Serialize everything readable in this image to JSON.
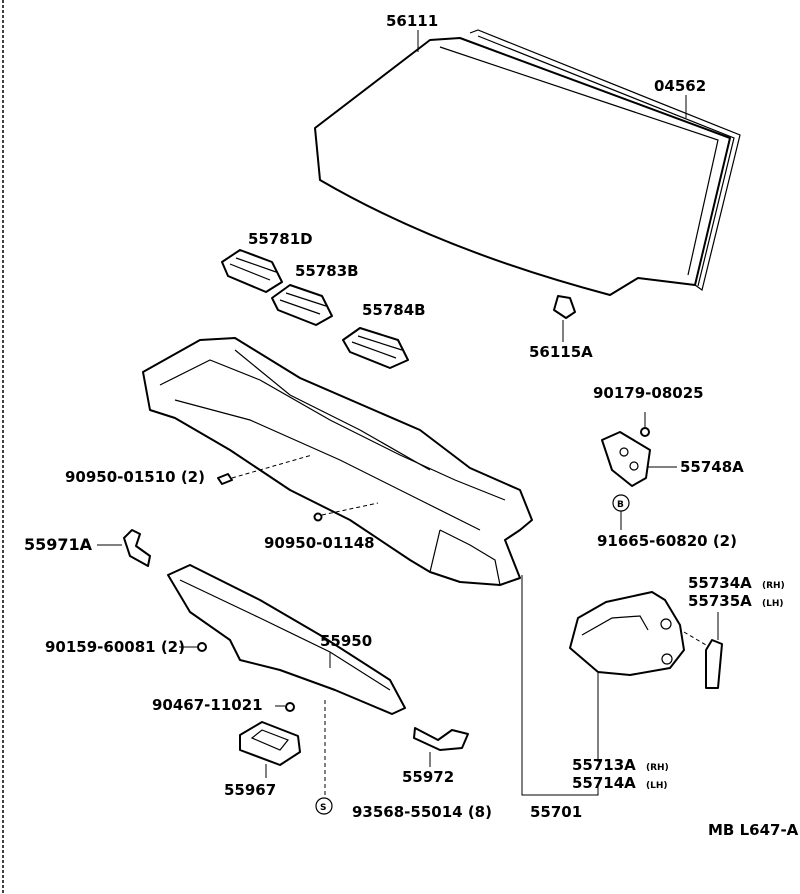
{
  "diagram": {
    "code": "MB L647-A",
    "labels": {
      "windshield": "56111",
      "molding": "04562",
      "seal_d": "55781D",
      "seal_b1": "55783B",
      "seal_b2": "55784B",
      "stopper": "56115A",
      "screw_top": "90179-08025",
      "bracket": "55748A",
      "nut_b": "91665-60820 (2)",
      "clip_left": "90950-01510 (2)",
      "clip_mid": "90950-01148",
      "hose": "55971A",
      "bolt_left": "90159-60081 (2)",
      "panel_lower": "55950",
      "bolt_lower": "90467-11021",
      "grommet": "55967",
      "hose2": "55972",
      "screw_s": "93568-55014 (8)",
      "cowl": "55701",
      "duct_rh": "55734A",
      "duct_lh": "55735A",
      "side_rh": "55713A",
      "side_lh": "55714A",
      "rh": "(RH)",
      "lh": "(LH)",
      "mark_b": "B",
      "mark_s": "S"
    }
  }
}
